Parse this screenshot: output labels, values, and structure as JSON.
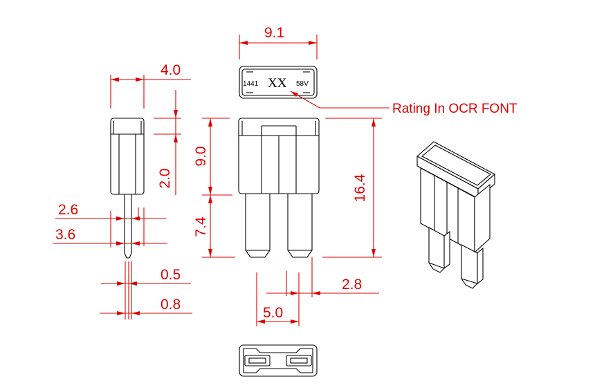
{
  "dimensions": {
    "top_width": "9.1",
    "side_width": "4.0",
    "body_height": "9.0",
    "leg_height": "7.4",
    "total_height": "16.4",
    "cap_height": "2.0",
    "blade_26": "2.6",
    "blade_36": "3.6",
    "blade_05": "0.5",
    "blade_08": "0.8",
    "blade_width": "2.8",
    "blade_spacing": "5.0"
  },
  "markings": {
    "code": "1441",
    "rating": "XX",
    "voltage": "58V"
  },
  "callout": {
    "text": "Rating In OCR FONT"
  }
}
